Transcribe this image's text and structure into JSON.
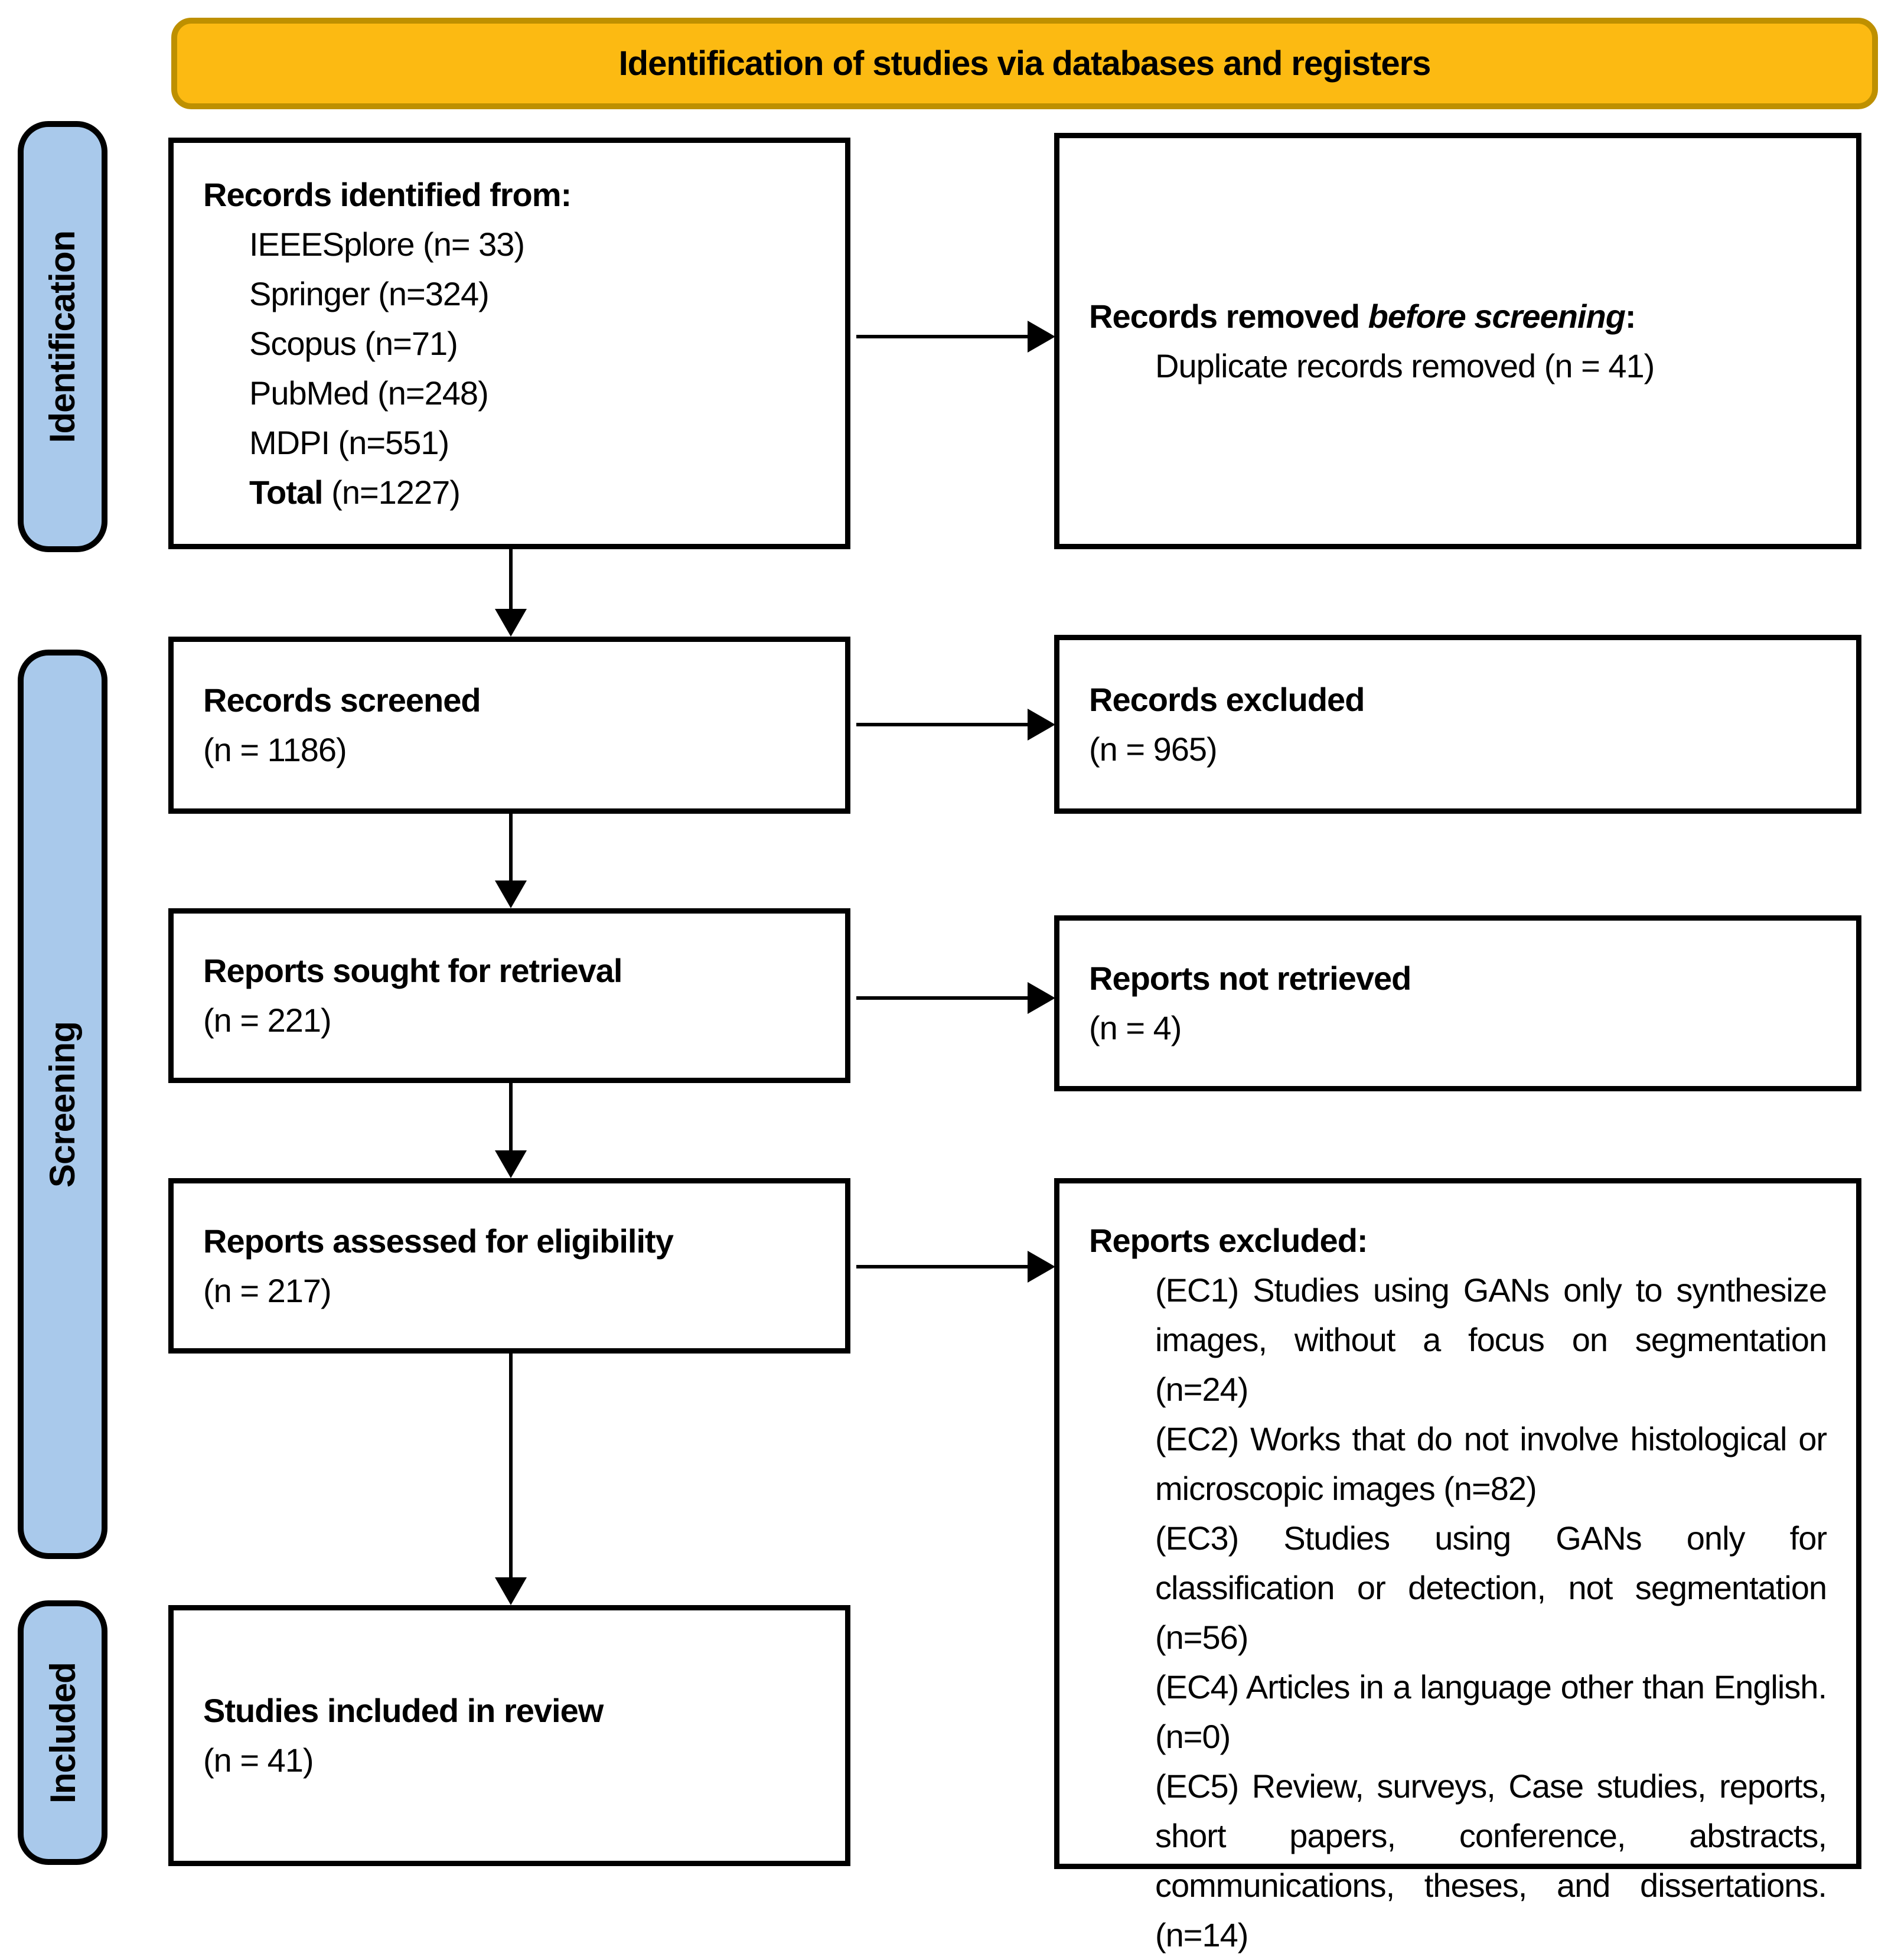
{
  "colors": {
    "header_fill": "#FCBA12",
    "header_border": "#BE9000",
    "sidebar_fill": "#A9C9EB"
  },
  "header": {
    "title": "Identification of studies via databases and registers"
  },
  "sidebar": {
    "identification": "Identification",
    "screening": "Screening",
    "included": "Included"
  },
  "left_column": {
    "records_identified": {
      "title": "Records identified from:",
      "items": [
        "IEEESplore (n= 33)",
        "Springer (n=324)",
        "Scopus (n=71)",
        "PubMed (n=248)",
        "MDPI (n=551)"
      ],
      "total_label": "Total",
      "total_value": " (n=1227)"
    },
    "records_screened": {
      "title": "Records screened",
      "count": "(n = 1186)"
    },
    "reports_sought": {
      "title": "Reports sought for retrieval",
      "count": "(n = 221)"
    },
    "reports_assessed": {
      "title": "Reports assessed for eligibility",
      "count": "(n = 217)"
    },
    "studies_included": {
      "title": "Studies included in review",
      "count": "(n = 41)"
    }
  },
  "right_column": {
    "records_removed": {
      "title_prefix": "Records removed ",
      "title_emphasis": "before screening",
      "title_suffix": ":",
      "detail": "Duplicate records removed (n = 41)"
    },
    "records_excluded": {
      "title": "Records excluded",
      "count": "(n = 965)"
    },
    "reports_not_retrieved": {
      "title": "Reports not retrieved",
      "count": "(n = 4)"
    },
    "reports_excluded": {
      "title": "Reports excluded:",
      "items": [
        "(EC1) Studies using GANs only to synthesize images, without a focus on segmentation (n=24)",
        "(EC2) Works that do not involve histological or microscopic images (n=82)",
        "(EC3) Studies using GANs only for classification or detection, not segmentation (n=56)",
        "(EC4) Articles in a language other than English. (n=0)",
        "(EC5) Review, surveys, Case studies, reports, short papers, conference, abstracts, communications, theses, and dissertations. (n=14)"
      ]
    }
  }
}
